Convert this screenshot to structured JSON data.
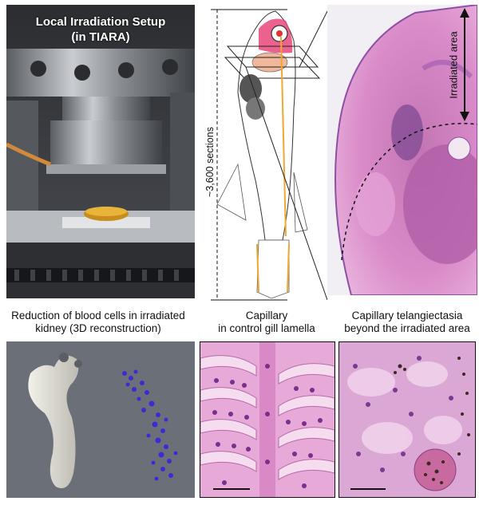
{
  "panels": {
    "setup": {
      "title_line1": "Local Irradiation Setup",
      "title_line2": "(in TIARA)"
    },
    "fish": {
      "sections_label": "~3,600 sections"
    },
    "histology": {
      "irradiated_label": "Irradiated area"
    },
    "kidney": {
      "caption_line1": "Reduction of blood cells in irradiated",
      "caption_line2": "kidney (3D reconstruction)"
    },
    "control": {
      "caption_line1": "Capillary",
      "caption_line2": "in control gill lamella"
    },
    "telangiectasia": {
      "caption_line1": "Capillary telangiectasia",
      "caption_line2": "beyond the irradiated area"
    }
  },
  "colors": {
    "he_pink": "#d98ac8",
    "he_purple": "#8f4fa8",
    "reconstruction_gray": "#6b6f78",
    "blood_blue": "#3b2bd6",
    "fish_red": "#e8467a",
    "fish_orange": "#f0a830"
  }
}
